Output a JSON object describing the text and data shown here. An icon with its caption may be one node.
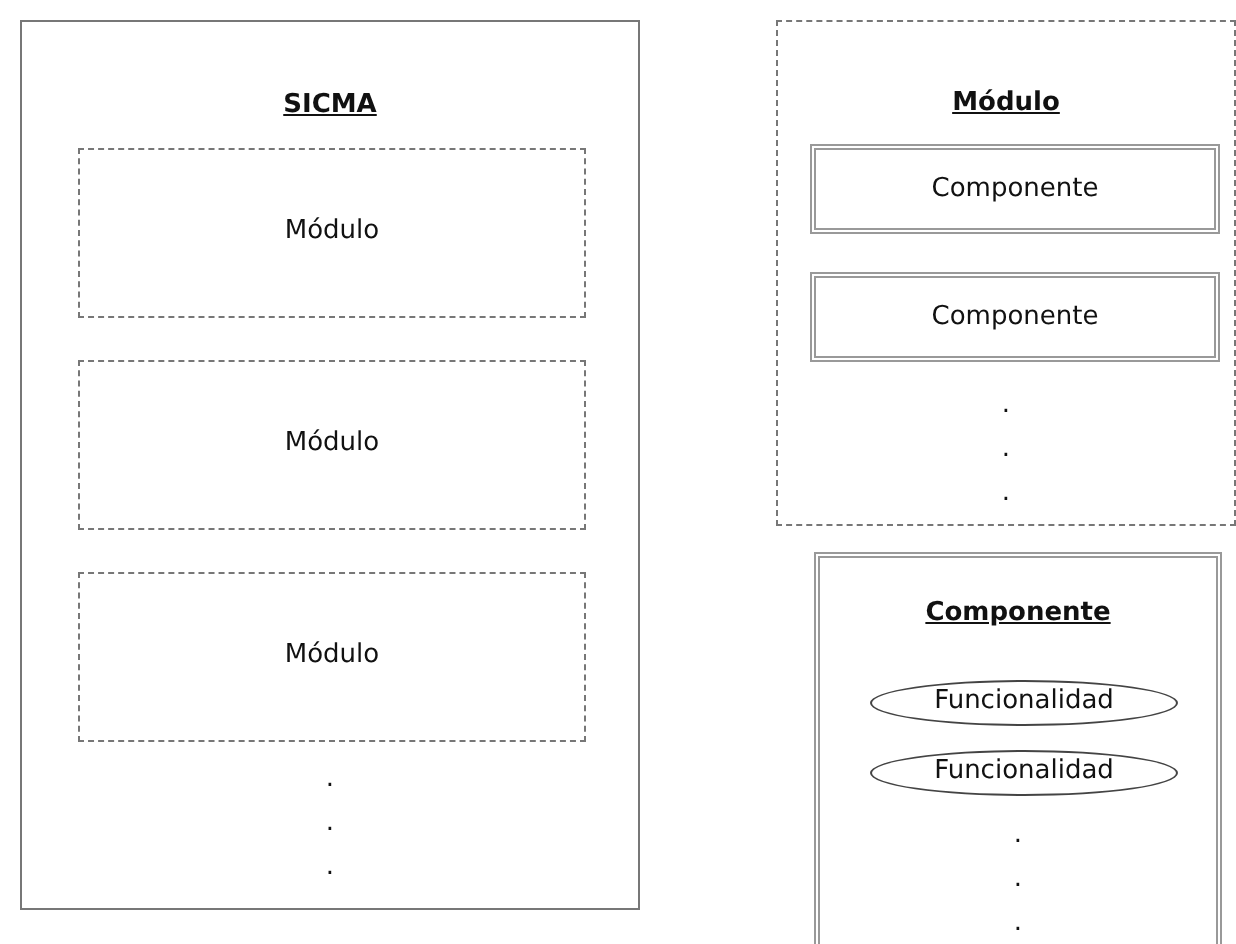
{
  "diagram": {
    "nodes": [
      {
        "text": [
          "SICMA",
          ". . ."
        ]
      },
      {
        "text": [
          "Módulo"
        ],
        "in": 0
      },
      {
        "text": [
          "Módulo"
        ],
        "in": 0
      },
      {
        "text": [
          "Módulo"
        ],
        "in": 0
      },
      {
        "text": [
          "Módulo",
          ". . ."
        ]
      },
      {
        "text": [
          "Componente"
        ],
        "in": 4
      },
      {
        "text": [
          "Componente"
        ],
        "in": 4
      },
      {
        "text": [
          "Componente",
          ". . ."
        ]
      },
      {
        "text": [
          "Funcionalidad"
        ],
        "in": 7
      },
      {
        "text": [
          "Funcionalidad"
        ],
        "in": 7
      }
    ]
  }
}
